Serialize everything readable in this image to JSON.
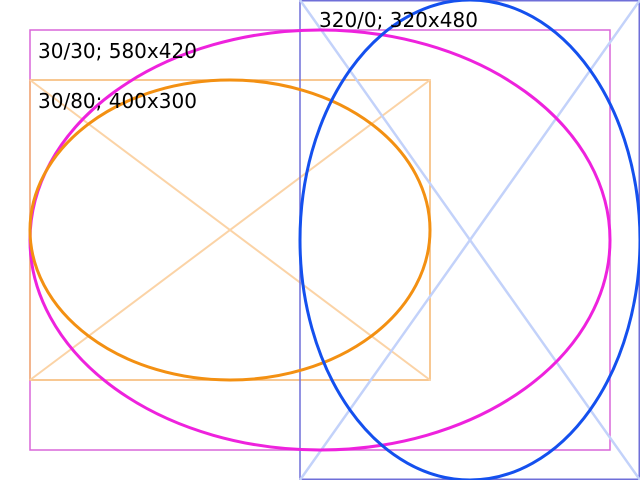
{
  "shapes": [
    {
      "id": "magenta",
      "label": "30/30; 580x420",
      "frame_color": "#d966d9",
      "diagonal_color": "#e8a6e8",
      "ellipse_color": "#ee22dd",
      "show_diagonals": false
    },
    {
      "id": "orange",
      "label": "30/80; 400x300",
      "frame_color": "#f5b66e",
      "diagonal_color": "#fbd3a6",
      "ellipse_color": "#f39012",
      "show_diagonals": true
    },
    {
      "id": "blue",
      "label": "320/0; 320x480",
      "frame_color": "#6f6fd8",
      "diagonal_color": "#c3d2fa",
      "ellipse_color": "#1450ee",
      "show_diagonals": true
    }
  ]
}
